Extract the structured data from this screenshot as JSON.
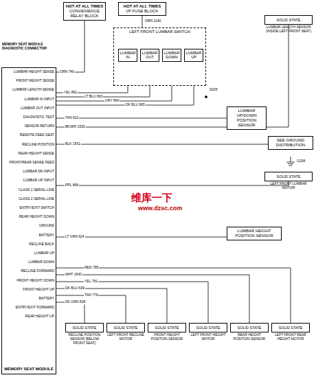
{
  "diagram": {
    "nodes": [
      {
        "text": [
          "HOT AT ALL TIMES",
          "CONVENIENCE RELAY BLOCK"
        ]
      },
      {
        "text": [
          "HOT AT ALL TIMES",
          "I/P FUSE BLOCK"
        ]
      },
      {
        "text": [
          "LEFT FRONT LUMBAR SWITCH"
        ]
      },
      {
        "text": [
          "LUMBAR IN"
        ],
        "in": 2
      },
      {
        "text": [
          "LUMBAR OUT"
        ],
        "in": 2
      },
      {
        "text": [
          "LUMBAR DOWN"
        ],
        "in": 2
      },
      {
        "text": [
          "LUMBAR UP"
        ],
        "in": 2
      },
      {
        "text": [
          "MEMORY SEAT MODULE"
        ]
      },
      {
        "text": [
          "SOLID STATE",
          "LUMBAR LENGTH SENSOR (INSIDE LEFT FRONT SEAT)"
        ]
      },
      {
        "text": [
          "LUMBAR UP/DOWN POSITION SENSOR"
        ]
      },
      {
        "text": [
          "SOLID STATE",
          "LEFT FRONT LUMBAR MOTOR"
        ]
      },
      {
        "text": [
          "LUMBAR HEIGHT POSITION SENSOR"
        ]
      },
      {
        "text": [
          "SEE GROUND DISTRIBUTION"
        ]
      },
      {
        "text": [
          "SOLID STATE",
          "RECLINE POSITION SENSOR (BELOW FRONT SEAT)"
        ]
      },
      {
        "text": [
          "SOLID STATE",
          "LEFT FRONT RECLINE MOTOR"
        ]
      },
      {
        "text": [
          "SOLID STATE",
          "FRONT HEIGHT POSITION SENSOR"
        ]
      },
      {
        "text": [
          "SOLID STATE",
          "LEFT FRONT HEIGHT MOTOR"
        ]
      },
      {
        "text": [
          "SOLID STATE",
          "REAR HEIGHT POSITION SENSOR"
        ]
      },
      {
        "text": [
          "SOLID STATE",
          "LEFT FRONT REAR HEIGHT MOTOR"
        ]
      }
    ],
    "edges": [
      {
        "from": 0,
        "to": 7,
        "arrow": "none",
        "label": "ORN 740"
      },
      {
        "from": 1,
        "to": 2,
        "arrow": "none",
        "label": "ORN 1140"
      },
      {
        "from": 3,
        "to": 7,
        "arrow": "none",
        "label": "YEL 862"
      },
      {
        "from": 4,
        "to": 7,
        "arrow": "none",
        "label": "LT BLU 863"
      },
      {
        "from": 5,
        "to": 7,
        "arrow": "none",
        "label": "GRY 864"
      },
      {
        "from": 6,
        "to": 7,
        "arrow": "none",
        "label": "DK BLU 865"
      },
      {
        "from": 7,
        "to": 9,
        "arrow": "none",
        "label": "TAN 622"
      },
      {
        "from": 7,
        "to": 8,
        "arrow": "none",
        "label": "BK/WH 1530"
      },
      {
        "from": 7,
        "to": 12,
        "arrow": "none",
        "label": "BLK 1551"
      },
      {
        "from": 7,
        "to": 10,
        "arrow": "none",
        "label": "PPL 868"
      },
      {
        "from": 7,
        "to": 11,
        "arrow": "none",
        "label": "LT GRN 624"
      },
      {
        "from": 7,
        "to": 13,
        "arrow": "none",
        "label": "DK GRN 638"
      },
      {
        "from": 7,
        "to": 14,
        "arrow": "none",
        "label": "TAN 779"
      },
      {
        "from": 7,
        "to": 15,
        "arrow": "none",
        "label": "DK BLU 639"
      },
      {
        "from": 7,
        "to": 16,
        "arrow": "none",
        "label": "YEL 781"
      },
      {
        "from": 7,
        "to": 17,
        "arrow": "none",
        "label": "WHT 1540"
      },
      {
        "from": 7,
        "to": 18,
        "arrow": "none",
        "label": "RED 785"
      }
    ],
    "labels": [
      "LUMBAR HEIGHT SENSE",
      "FRONT HEIGHT SENSE",
      "LUMBAR LENGTH SENSE",
      "LUMBAR IN INPUT",
      "LUMBAR OUT INPUT",
      "DIAGNOSTIC TEST",
      "SENSOR RETURN",
      "REMOTE FEED SEAT",
      "RECLINE POSITION",
      "REAR HEIGHT SENSE",
      "FRONT/REAR SENSE FEED",
      "LUMBAR DN INPUT",
      "LUMBAR UP INPUT",
      "CLASS 2 SERIAL LINE",
      "CLASS 2 SERIAL LINE",
      "ENTRY/EXIT SWITCH",
      "REAR HEIGHT DOWN",
      "GROUND",
      "BATTERY",
      "RECLINE BACK",
      "LUMBAR UP",
      "LUMBAR DOWN",
      "RECLINE FORWARD",
      "FRONT HEIGHT DOWN",
      "FRONT HEIGHT UP",
      "BATTERY",
      "ENTRY/EXIT FORWARD",
      "REAR HEIGHT UP",
      "MEMORY SEAT MODULE DIAGNOSTIC CONNECTOR",
      "S205",
      "G208",
      "维库一下",
      "www.dzsc.com"
    ]
  }
}
